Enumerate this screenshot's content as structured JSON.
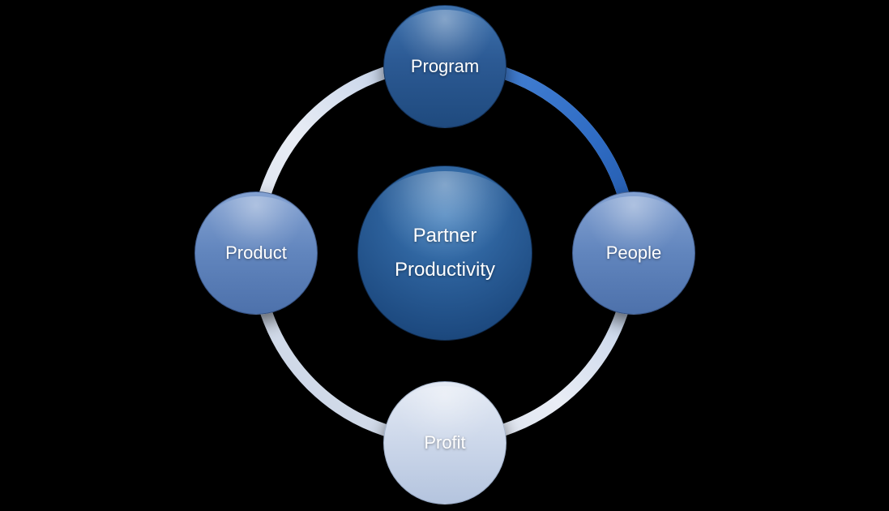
{
  "diagram": {
    "type": "cycle",
    "background_color": "#000000",
    "text_color": "#ffffff",
    "center": {
      "line1": "Partner",
      "line2": "Productivity",
      "color_top": "#3f7cba",
      "color_bottom": "#163c69"
    },
    "nodes": [
      {
        "id": "program",
        "label": "Program",
        "position": "top",
        "color_top": "#3e72ae",
        "color_bottom": "#1f4a7e"
      },
      {
        "id": "people",
        "label": "People",
        "position": "right",
        "color_top": "#84a2d2",
        "color_bottom": "#4d71ab"
      },
      {
        "id": "profit",
        "label": "Profit",
        "position": "bottom",
        "color_top": "#e4eaf4",
        "color_bottom": "#b4c4de"
      },
      {
        "id": "product",
        "label": "Product",
        "position": "left",
        "color_top": "#84a2d2",
        "color_bottom": "#4d71ab"
      }
    ],
    "ring": {
      "pale_color": "#dde5f0",
      "accent_color": "#2f6cc4"
    }
  }
}
